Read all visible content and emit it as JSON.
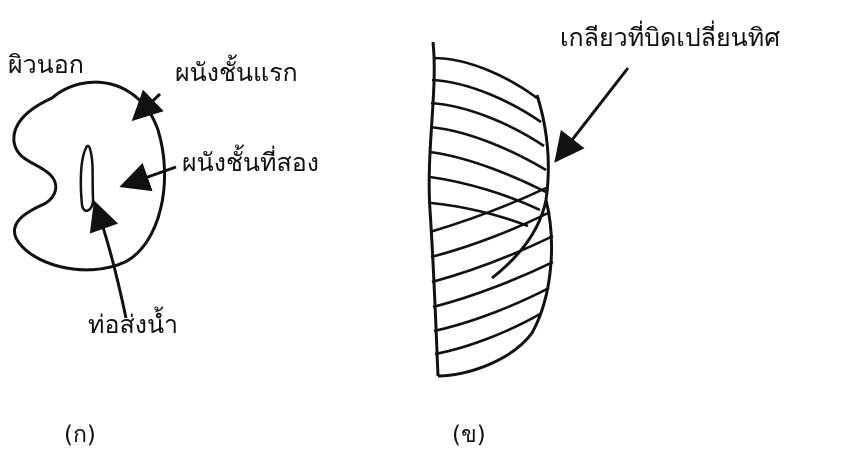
{
  "panel_a": {
    "labels": {
      "outer_surface": "ผิวนอก",
      "first_wall": "ผนังชั้นแรก",
      "second_wall": "ผนังชั้นที่สอง",
      "water_tube": "ท่อส่งน้ำ"
    },
    "caption": "(ก)"
  },
  "panel_b": {
    "labels": {
      "reversing_twist": "เกลียวที่บิดเปลี่ยนทิศ"
    },
    "caption": "(ข)"
  },
  "colors": {
    "ink": "#111111",
    "background": "#ffffff"
  }
}
